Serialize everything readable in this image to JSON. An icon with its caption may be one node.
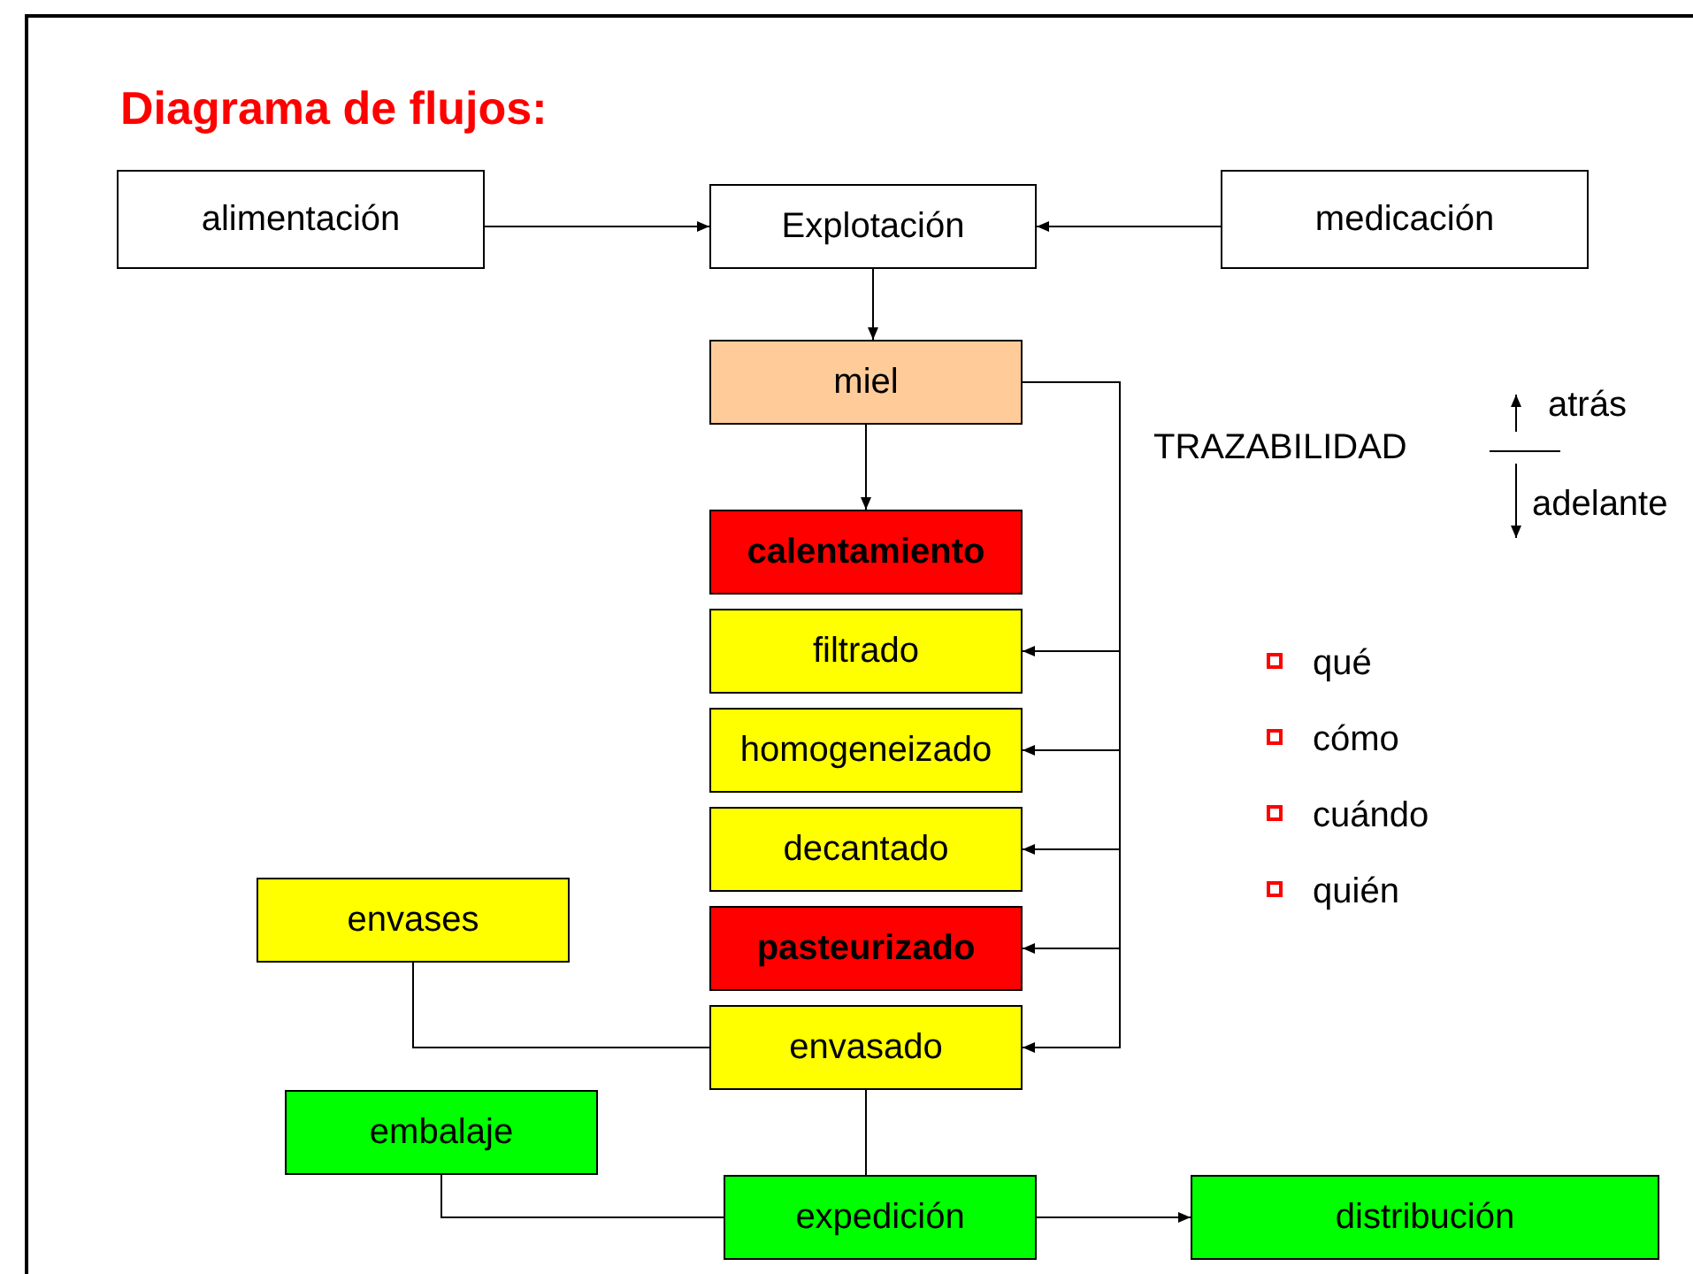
{
  "diagram": {
    "title": "Diagrama de flujos:",
    "nodes": [
      {
        "text": [
          "alimentación"
        ]
      },
      {
        "text": [
          "Explotación"
        ]
      },
      {
        "text": [
          "medicación"
        ]
      },
      {
        "text": [
          "miel"
        ]
      },
      {
        "text": [
          "calentamiento"
        ]
      },
      {
        "text": [
          "filtrado"
        ]
      },
      {
        "text": [
          "homogeneizado"
        ]
      },
      {
        "text": [
          "decantado"
        ]
      },
      {
        "text": [
          "pasteurizado"
        ]
      },
      {
        "text": [
          "envasado"
        ]
      },
      {
        "text": [
          "envases"
        ]
      },
      {
        "text": [
          "embalaje"
        ]
      },
      {
        "text": [
          "expedición"
        ]
      },
      {
        "text": [
          "distribución"
        ]
      }
    ],
    "edges": [
      {
        "from": 0,
        "to": 1,
        "arrow": "to"
      },
      {
        "from": 2,
        "to": 1,
        "arrow": "to"
      },
      {
        "from": 1,
        "to": 3,
        "arrow": "to"
      },
      {
        "from": 3,
        "to": 4,
        "arrow": "to"
      },
      {
        "from": 3,
        "to": 5,
        "arrow": "to"
      },
      {
        "from": 3,
        "to": 6,
        "arrow": "to"
      },
      {
        "from": 3,
        "to": 7,
        "arrow": "to"
      },
      {
        "from": 3,
        "to": 8,
        "arrow": "to"
      },
      {
        "from": 3,
        "to": 9,
        "arrow": "to"
      },
      {
        "from": 10,
        "to": 9,
        "arrow": "none"
      },
      {
        "from": 9,
        "to": 12,
        "arrow": "none"
      },
      {
        "from": 11,
        "to": 12,
        "arrow": "none"
      },
      {
        "from": 12,
        "to": 13,
        "arrow": "to"
      }
    ],
    "labels": [
      "TRAZABILIDAD",
      "atrás",
      "adelante",
      "qué",
      "cómo",
      "cuándo",
      "quién"
    ]
  }
}
